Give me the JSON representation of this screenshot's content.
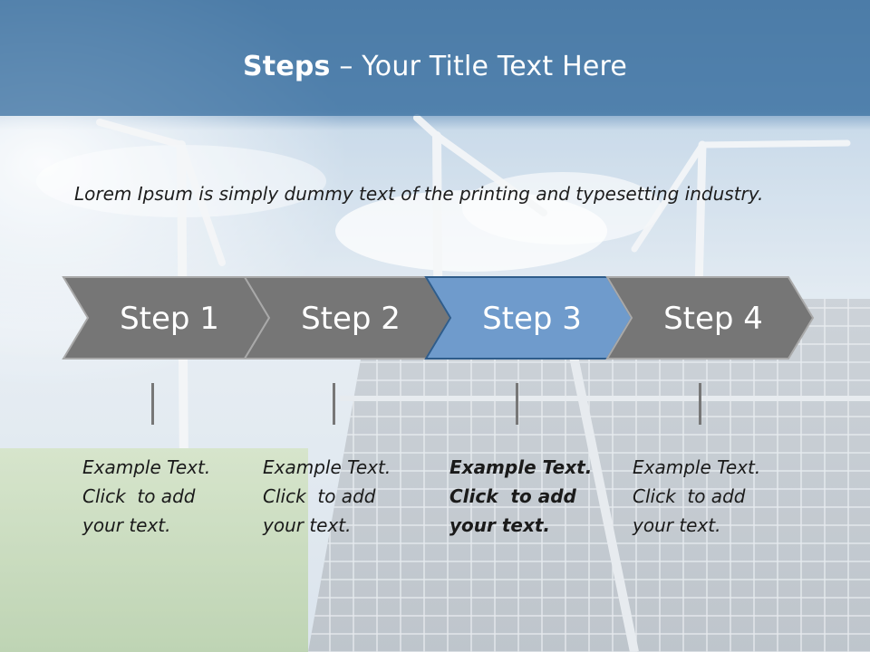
{
  "header": {
    "title_bold": "Steps",
    "title_rest": " – Your Title Text Here"
  },
  "intro_text": "Lorem Ipsum is simply dummy text of the printing and typesetting industry.",
  "steps": [
    {
      "label": "Step 1",
      "note": [
        "Example Text.",
        "Click  to add",
        "your text."
      ],
      "active": false
    },
    {
      "label": "Step 2",
      "note": [
        "Example Text.",
        "Click  to add",
        "your text."
      ],
      "active": false
    },
    {
      "label": "Step 3",
      "note": [
        "Example Text.",
        "Click  to add",
        "your text."
      ],
      "active": true
    },
    {
      "label": "Step 4",
      "note": [
        "Example Text.",
        "Click  to add",
        "your text."
      ],
      "active": false
    }
  ],
  "colors": {
    "header_blue": "#4f7faa",
    "chevron_gray": "#767676",
    "chevron_active": "#6f9bcc",
    "chevron_active_border": "#2f5c8a"
  }
}
